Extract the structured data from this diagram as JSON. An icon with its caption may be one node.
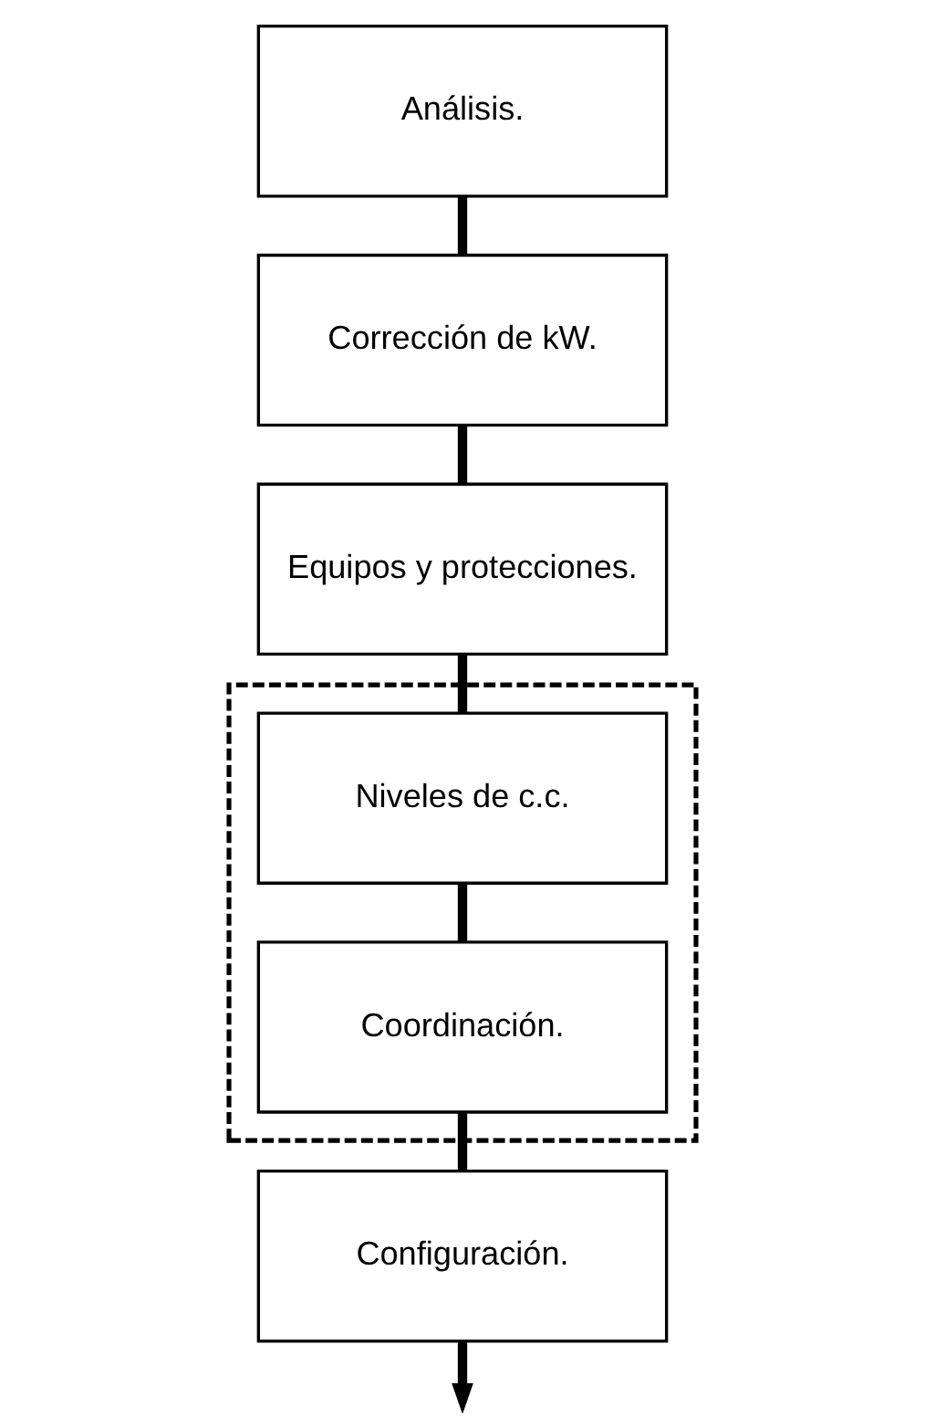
{
  "diagram": {
    "nodes": [
      {
        "text": [
          "Análisis."
        ]
      },
      {
        "text": [
          "Corrección de kW."
        ]
      },
      {
        "text": [
          "Equipos y protecciones."
        ]
      },
      {
        "text": [],
        "shape": "box"
      },
      {
        "text": [
          "Niveles de c.c."
        ],
        "in": 3
      },
      {
        "text": [
          "Coordinación."
        ],
        "in": 3
      },
      {
        "text": [
          "Configuración."
        ]
      }
    ],
    "edges": [
      {
        "from": 0,
        "to": 1,
        "arrow": "none"
      },
      {
        "from": 1,
        "to": 2,
        "arrow": "none"
      },
      {
        "from": 2,
        "to": 4,
        "arrow": "none"
      },
      {
        "from": 4,
        "to": 5,
        "arrow": "none"
      },
      {
        "from": 5,
        "to": 6,
        "arrow": "none"
      },
      {
        "from": 6,
        "to": null,
        "arrow": "to"
      }
    ]
  }
}
